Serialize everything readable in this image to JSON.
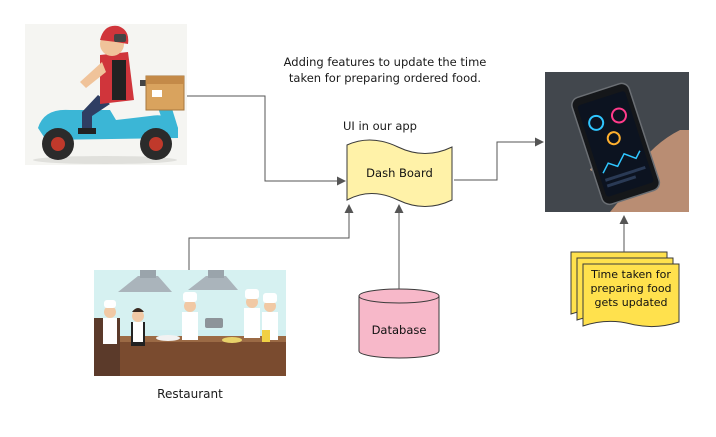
{
  "heading": {
    "line1": "Adding features to update the time",
    "line2": "taken for  preparing ordered food."
  },
  "ui_label": "UI in our app",
  "dashboard": {
    "label": "Dash Board"
  },
  "database": {
    "label": "Database"
  },
  "restaurant": {
    "label": "Restaurant"
  },
  "note": {
    "line1": "Time taken for",
    "line2": "preparing food",
    "line3": "gets updated"
  },
  "colors": {
    "dashboard_fill": "#fff2a8",
    "database_fill": "#f7b8c9",
    "note_fill": "#ffe14d",
    "arrow": "#555555"
  },
  "images": {
    "scooter": "delivery-scooter-illustration",
    "phone": "smartphone-in-hand-photo",
    "kitchen": "restaurant-kitchen-chefs-illustration"
  }
}
